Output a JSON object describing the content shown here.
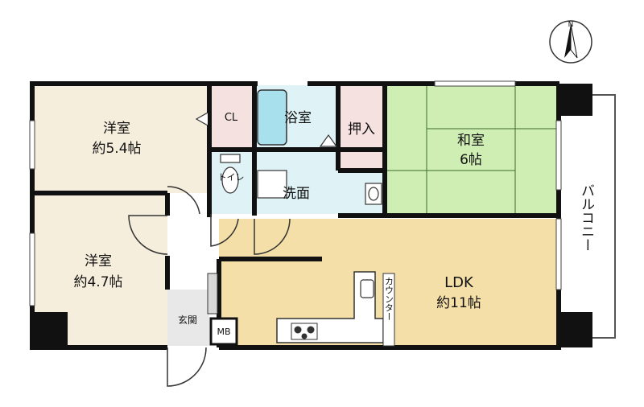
{
  "compass": {
    "north": "N"
  },
  "rooms": {
    "western_room_1": {
      "name": "洋室",
      "size": "約5.4帖"
    },
    "western_room_2": {
      "name": "洋室",
      "size": "約4.7帖"
    },
    "closet": {
      "name": "CL"
    },
    "bathroom": {
      "name": "浴室"
    },
    "toilet": {
      "name": "トイレ"
    },
    "washroom": {
      "name": "洗面"
    },
    "storage": {
      "name": "押入"
    },
    "japanese_room": {
      "name": "和室",
      "size": "6帖"
    },
    "ldk": {
      "name": "LDK",
      "size": "約11帖"
    },
    "entrance": {
      "name": "玄関"
    },
    "meter_box": {
      "name": "MB"
    }
  },
  "counter_label": "カウンター",
  "balcony_label": "バルコニー",
  "colors": {
    "western_room": "#f6eedc",
    "closet": "#f6e1e1",
    "wet_area": "#dff3f6",
    "japanese_room": "#cfeeb4",
    "ldk": "#f5dfa8",
    "wall": "#111111"
  }
}
